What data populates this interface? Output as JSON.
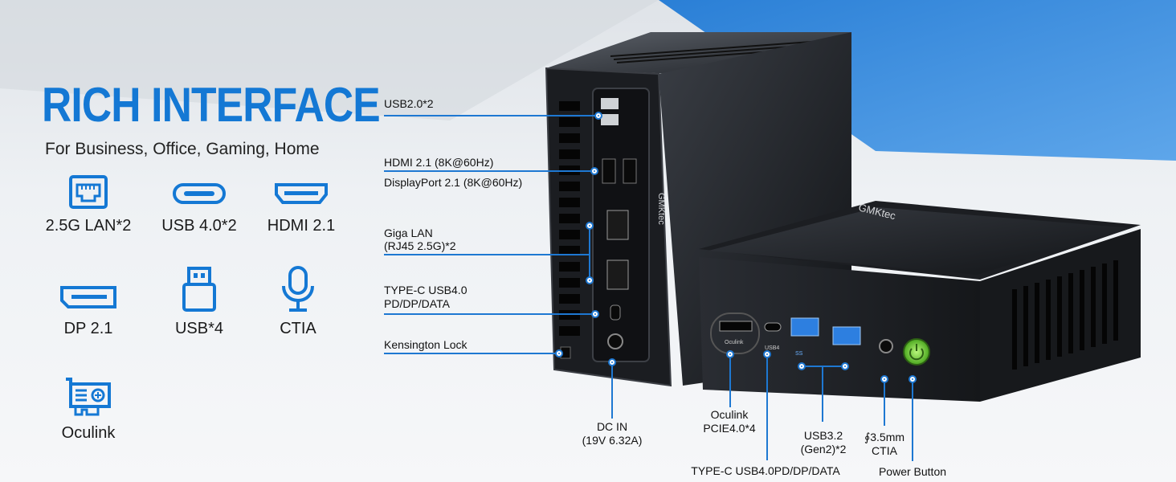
{
  "headline": "RICH INTERFACE",
  "subtitle": "For Business, Office, Gaming, Home",
  "features": [
    {
      "icon": "ethernet-port-icon",
      "label": "2.5G LAN*2"
    },
    {
      "icon": "usb-c-port-icon",
      "label": "USB 4.0*2"
    },
    {
      "icon": "hdmi-port-icon",
      "label": "HDMI 2.1"
    },
    {
      "icon": "displayport-icon",
      "label": "DP 2.1"
    },
    {
      "icon": "usb-a-port-icon",
      "label": "USB*4"
    },
    {
      "icon": "microphone-icon",
      "label": "CTIA"
    },
    {
      "icon": "pcie-card-icon",
      "label": "Oculink"
    }
  ],
  "rear_callouts": {
    "usb2": "USB2.0*2",
    "hdmi": "HDMI 2.1 (8K@60Hz)",
    "dp": "DisplayPort 2.1 (8K@60Hz)",
    "lan_1": "Giga LAN",
    "lan_2": "(RJ45 2.5G)*2",
    "typec_1": "TYPE-C USB4.0",
    "typec_2": "PD/DP/DATA",
    "kensington": "Kensington Lock"
  },
  "front_callouts": {
    "dcin_1": "DC IN",
    "dcin_2": "(19V 6.32A)",
    "oculink_1": "Oculink",
    "oculink_2": "PCIE4.0*4",
    "typec_front": "TYPE-C USB4.0PD/DP/DATA",
    "usb32_1": "USB3.2",
    "usb32_2": "(Gen2)*2",
    "audio_1": "∮3.5mm",
    "audio_2": "CTIA",
    "power": "Power Button"
  },
  "device": {
    "brand": "GMKtec",
    "port_oculink": "Oculink",
    "port_usb4": "USB4",
    "port_ss": "SS"
  },
  "colors": {
    "accent": "#1478d4",
    "line": "#1e78d2",
    "power": "#6fd13a"
  }
}
